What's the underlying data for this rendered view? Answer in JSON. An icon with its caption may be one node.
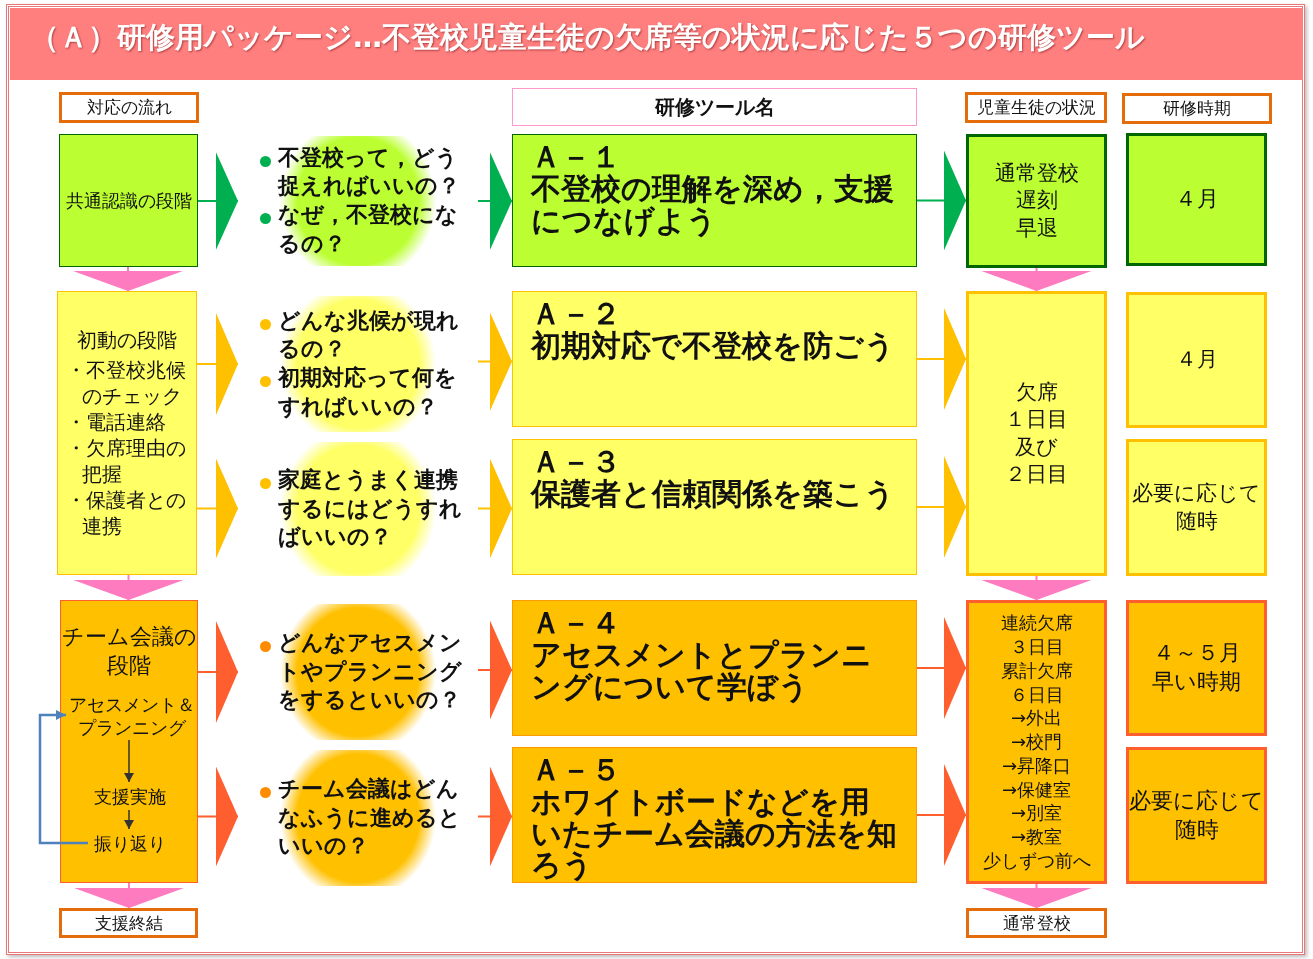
{
  "diagram": {
    "title": "（Ａ）研修用パッケージ…不登校児童生徒の欠席等の状況に応じた５つの研修ツール",
    "nodes": [
      {
        "text": [
          "対応の流れ"
        ]
      },
      {
        "text": [
          "研修ツール名"
        ]
      },
      {
        "text": [
          "児童生徒の状況"
        ]
      },
      {
        "text": [
          "研修時期"
        ]
      },
      {
        "text": [
          "共通認識の段階"
        ]
      },
      {
        "text": [
          "不登校って，どう捉えればいいの？",
          "なぜ，不登校になるの？"
        ]
      },
      {
        "text": [
          "Ａ－１",
          "不登校の理解を深め，支援につなげよう"
        ]
      },
      {
        "text": [
          "通常登校",
          "遅刻",
          "早退"
        ]
      },
      {
        "text": [
          "４月"
        ]
      },
      {
        "text": [
          "初動の段階",
          "・不登校兆候のチェック",
          "・電話連絡",
          "・欠席理由の把握",
          "・保護者との連携"
        ]
      },
      {
        "text": [
          "どんな兆候が現れるの？",
          "初期対応って何をすればいいの？"
        ]
      },
      {
        "text": [
          "Ａ－２",
          "初期対応で不登校を防ごう"
        ]
      },
      {
        "text": [
          "家庭とうまく連携するにはどうすればいいの？"
        ]
      },
      {
        "text": [
          "Ａ－３",
          "保護者と信頼関係を築こう"
        ]
      },
      {
        "text": [
          "欠席",
          "１日目",
          "及び",
          "２日目"
        ]
      },
      {
        "text": [
          "４月"
        ]
      },
      {
        "text": [
          "必要に応じて随時"
        ]
      },
      {
        "text": [
          "チーム会議の段階"
        ]
      },
      {
        "text": [
          "アセスメント＆プランニング"
        ],
        "in": 17
      },
      {
        "text": [
          "支援実施"
        ],
        "in": 17
      },
      {
        "text": [
          "振り返り"
        ],
        "in": 17
      },
      {
        "text": [
          "どんなアセスメントやプランニングをするといいの？"
        ]
      },
      {
        "text": [
          "Ａ－４",
          "アセスメントとプランニングについて学ぼう"
        ]
      },
      {
        "text": [
          "連続欠席",
          "３日目",
          "累計欠席",
          "６日目",
          "→外出",
          "→校門",
          "→昇降口",
          "→保健室",
          "→別室",
          "→教室",
          "少しずつ前へ"
        ]
      },
      {
        "text": [
          "４～５月",
          "早い時期"
        ]
      },
      {
        "text": [
          "チーム会議はどんなふうに進めるといいの？"
        ]
      },
      {
        "text": [
          "Ａ－５",
          "ホワイトボードなどを用いたチーム会議の方法を知ろう"
        ]
      },
      {
        "text": [
          "必要に応じて随時"
        ]
      },
      {
        "text": [
          "支援終結"
        ]
      },
      {
        "text": [
          "通常登校"
        ]
      }
    ],
    "edges": [
      {
        "from": 4,
        "to": 5,
        "arrow": "to",
        "color": "#00b050"
      },
      {
        "from": 5,
        "to": 6,
        "arrow": "to",
        "color": "#00b050"
      },
      {
        "from": 6,
        "to": 7,
        "arrow": "to",
        "color": "#00b050"
      },
      {
        "from": 4,
        "to": 9,
        "arrow": "to",
        "color": "#ff7bbf"
      },
      {
        "from": 7,
        "to": 14,
        "arrow": "to",
        "color": "#ff7bbf"
      },
      {
        "from": 9,
        "to": 10,
        "arrow": "to",
        "color": "#ffc000"
      },
      {
        "from": 9,
        "to": 12,
        "arrow": "to",
        "color": "#ffc000"
      },
      {
        "from": 10,
        "to": 11,
        "arrow": "to",
        "color": "#ffc000"
      },
      {
        "from": 12,
        "to": 13,
        "arrow": "to",
        "color": "#ffc000"
      },
      {
        "from": 11,
        "to": 14,
        "arrow": "to",
        "color": "#ffc000"
      },
      {
        "from": 13,
        "to": 14,
        "arrow": "to",
        "color": "#ffc000"
      },
      {
        "from": 9,
        "to": 17,
        "arrow": "to",
        "color": "#ff7bbf"
      },
      {
        "from": 14,
        "to": 23,
        "arrow": "to",
        "color": "#ff7bbf"
      },
      {
        "from": 17,
        "to": 21,
        "arrow": "to",
        "color": "#ff5f2e"
      },
      {
        "from": 17,
        "to": 25,
        "arrow": "to",
        "color": "#ff5f2e"
      },
      {
        "from": 21,
        "to": 22,
        "arrow": "to",
        "color": "#ff5f2e"
      },
      {
        "from": 25,
        "to": 26,
        "arrow": "to",
        "color": "#ff5f2e"
      },
      {
        "from": 22,
        "to": 23,
        "arrow": "to",
        "color": "#ff5f2e"
      },
      {
        "from": 26,
        "to": 23,
        "arrow": "to",
        "color": "#ff5f2e"
      },
      {
        "from": 18,
        "to": 19,
        "arrow": "to",
        "color": "#333333"
      },
      {
        "from": 19,
        "to": 20,
        "arrow": "to",
        "color": "#333333"
      },
      {
        "from": 20,
        "to": 18,
        "arrow": "to",
        "color": "#4f81bd"
      },
      {
        "from": 17,
        "to": 28,
        "arrow": "to",
        "color": "#ff7bbf"
      },
      {
        "from": 23,
        "to": 29,
        "arrow": "to",
        "color": "#ff7bbf"
      }
    ]
  }
}
